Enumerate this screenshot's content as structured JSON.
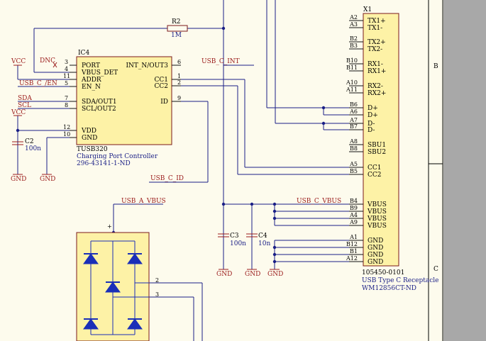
{
  "resistor": {
    "ref": "R2",
    "value": "1M"
  },
  "ic4": {
    "ref": "IC4",
    "part": "TUSB320",
    "desc": "Charging Port Controller",
    "order": "296-43141-1-ND",
    "pins_left": [
      {
        "num": "3",
        "name": "PORT"
      },
      {
        "num": "4",
        "name": "VBUS_DET"
      },
      {
        "num": "11",
        "name": "ADDR"
      },
      {
        "num": "5",
        "name": "EN_N"
      },
      {
        "num": "7",
        "name": "SDA/OUT1"
      },
      {
        "num": "8",
        "name": "SCL/OUT2"
      },
      {
        "num": "12",
        "name": "VDD"
      },
      {
        "num": "10",
        "name": "GND"
      }
    ],
    "pins_right": [
      {
        "num": "6",
        "name": "INT_N/OUT3"
      },
      {
        "num": "1",
        "name": "CC1"
      },
      {
        "num": "2",
        "name": "CC2"
      },
      {
        "num": "9",
        "name": "ID"
      }
    ]
  },
  "x1": {
    "ref": "X1",
    "part": "105450-0101",
    "desc": "USB Type C Receptacle",
    "order": "WM12856CT-ND",
    "pins": [
      {
        "num": "A2",
        "name": "TX1+"
      },
      {
        "num": "A3",
        "name": "TX1-"
      },
      {
        "num": "B2",
        "name": "TX2+"
      },
      {
        "num": "B3",
        "name": "TX2-"
      },
      {
        "num": "B10",
        "name": "RX1-"
      },
      {
        "num": "B11",
        "name": "RX1+"
      },
      {
        "num": "A10",
        "name": "RX2-"
      },
      {
        "num": "A11",
        "name": "RX2+"
      },
      {
        "num": "B6",
        "name": "D+"
      },
      {
        "num": "A6",
        "name": "D+"
      },
      {
        "num": "A7",
        "name": "D-"
      },
      {
        "num": "B7",
        "name": "D-"
      },
      {
        "num": "A8",
        "name": "SBU1"
      },
      {
        "num": "B8",
        "name": "SBU2"
      },
      {
        "num": "A5",
        "name": "CC1"
      },
      {
        "num": "B5",
        "name": "CC2"
      },
      {
        "num": "B4",
        "name": "VBUS"
      },
      {
        "num": "B9",
        "name": "VBUS"
      },
      {
        "num": "A4",
        "name": "VBUS"
      },
      {
        "num": "A9",
        "name": "VBUS"
      },
      {
        "num": "A1",
        "name": "GND"
      },
      {
        "num": "B12",
        "name": "GND"
      },
      {
        "num": "B1",
        "name": "GND"
      },
      {
        "num": "A12",
        "name": "GND"
      }
    ]
  },
  "caps": [
    {
      "ref": "C2",
      "value": "100n"
    },
    {
      "ref": "C3",
      "value": "100n"
    },
    {
      "ref": "C4",
      "value": "10n"
    }
  ],
  "nets": {
    "usb_c_int": "USB_C_INT",
    "usb_c_en": "USB_C_/EN",
    "sda": "SDA",
    "scl": "SCL",
    "usb_c_id": "USB_C_ID",
    "usb_c_vbus": "USB_C_VBUS",
    "usb_a_vbus": "USB_A_VBUS",
    "dnc": "DNC"
  },
  "power": {
    "vcc": "VCC",
    "gnd": "GND"
  },
  "bridge": {
    "pin2": "2",
    "pin3": "3",
    "plus": "+"
  },
  "zones": {
    "b": "B",
    "c": "C"
  }
}
